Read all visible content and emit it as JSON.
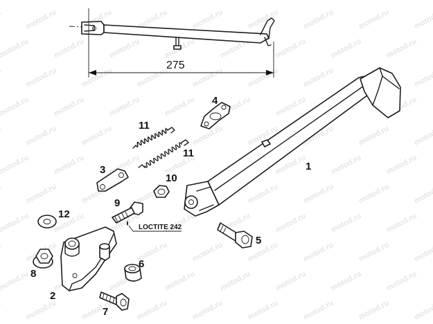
{
  "watermark": "motod.ru",
  "dimension": {
    "value": "275"
  },
  "note": {
    "text": "LOCTITE 242"
  },
  "callouts": [
    "1",
    "2",
    "3",
    "4",
    "5",
    "6",
    "7",
    "8",
    "9",
    "10",
    "11",
    "11",
    "12"
  ]
}
